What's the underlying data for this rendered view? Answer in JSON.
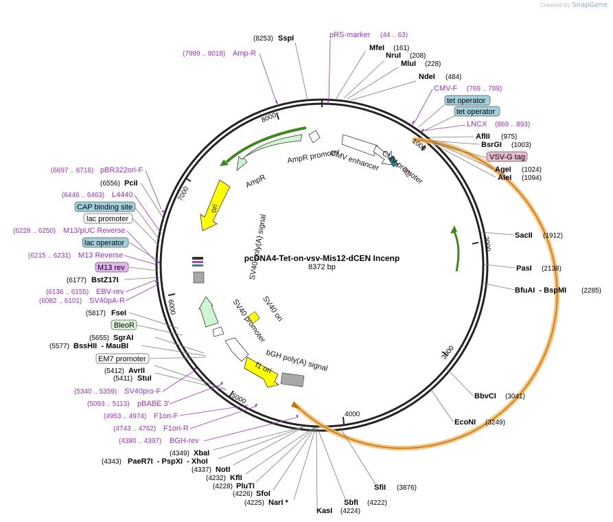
{
  "brand": {
    "created_by": "Created by",
    "name": "SnapGene"
  },
  "plasmid": {
    "name": "pcDNA4-Tet-on-vsv-Mis12-dCEN Incenp",
    "size": "8372 bp"
  },
  "tick_labels": [
    "1000",
    "2000",
    "3000",
    "4000",
    "5000",
    "6000",
    "7000",
    "8000"
  ],
  "enzymes": [
    {
      "name": "SspI",
      "pos": "(8253)"
    },
    {
      "name": "MfeI",
      "pos": "(161)"
    },
    {
      "name": "NruI",
      "pos": "(208)"
    },
    {
      "name": "MluI",
      "pos": "(228)"
    },
    {
      "name": "NdeI",
      "pos": "(484)"
    },
    {
      "name": "AflII",
      "pos": "(975)"
    },
    {
      "name": "BsrGI",
      "pos": "(1003)"
    },
    {
      "name": "AgeI",
      "pos": "(1024)"
    },
    {
      "name": "AleI",
      "pos": "(1094)"
    },
    {
      "name": "SacII",
      "pos": "(1912)"
    },
    {
      "name": "PasI",
      "pos": "(2138)"
    },
    {
      "name": "BfuAI  - BspMI",
      "pos": "(2285)"
    },
    {
      "name": "BbvCI",
      "pos": "(3041)"
    },
    {
      "name": "EcoNI",
      "pos": "(3249)"
    },
    {
      "name": "SfiI",
      "pos": "(3876)"
    },
    {
      "name": "SbfI",
      "pos": "(4222)"
    },
    {
      "name": "KasI",
      "pos": "(4224)"
    },
    {
      "name": "NarI *",
      "pos": "(4225)"
    },
    {
      "name": "SfoI",
      "pos": "(4226)"
    },
    {
      "name": "PluTI",
      "pos": "(4228)"
    },
    {
      "name": "KflI",
      "pos": "(4232)"
    },
    {
      "name": "NotI",
      "pos": "(4337)"
    },
    {
      "name": "PaeR7I  - PspXI  - XhoI",
      "pos": "(4343)"
    },
    {
      "name": "XbaI",
      "pos": "(4349)"
    },
    {
      "name": "StuI",
      "pos": "(5411)"
    },
    {
      "name": "AvrII",
      "pos": "(5412)"
    },
    {
      "name": "BssHII  - MauBI",
      "pos": "(5577)"
    },
    {
      "name": "SgrAI",
      "pos": "(5655)"
    },
    {
      "name": "FseI",
      "pos": "(5817)"
    },
    {
      "name": "BstZ17I",
      "pos": "(6177)"
    },
    {
      "name": "PciI",
      "pos": "(6556)"
    }
  ],
  "primers": [
    {
      "name": "pRS-marker",
      "pos": "(44 .. 63)"
    },
    {
      "name": "Amp-R",
      "pos": "(7999 .. 8018)"
    },
    {
      "name": "CMV-F",
      "pos": "(769 .. 789)"
    },
    {
      "name": "LNCX",
      "pos": "(869 .. 893)"
    },
    {
      "name": "pBR322ori-F",
      "pos": "(6697 .. 6716)"
    },
    {
      "name": "L4440",
      "pos": "(6446 .. 6463)"
    },
    {
      "name": "M13/pUC Reverse",
      "pos": "(6228 .. 6250)"
    },
    {
      "name": "M13 Reverse",
      "pos": "(6215 .. 6231)"
    },
    {
      "name": "EBV-rev",
      "pos": "(6136 .. 6155)"
    },
    {
      "name": "SV40pA-R",
      "pos": "(6082 .. 6101)"
    },
    {
      "name": "SV40pro-F",
      "pos": "(5340 .. 5359)"
    },
    {
      "name": "pBABE 3'",
      "pos": "(5093 .. 5113)"
    },
    {
      "name": "F1ori-F",
      "pos": "(4953 .. 4974)"
    },
    {
      "name": "F1ori-R",
      "pos": "(4743 .. 4762)"
    },
    {
      "name": "BGH-rev",
      "pos": "(4380 .. 4397)"
    }
  ],
  "boxes": {
    "tet_operator_1": "tet operator",
    "tet_operator_2": "tet operator",
    "vsvg_tag": "VSV-G tag",
    "cap_binding_site": "CAP binding site",
    "lac_promoter": "lac promoter",
    "lac_operator": "lac operator",
    "m13_rev": "M13 rev",
    "bleor": "BleoR",
    "em7_promoter": "EM7 promoter"
  },
  "features": {
    "ampr_promoter": "AmpR promoter",
    "ampr": "AmpR",
    "cmv_enhancer": "CMV enhancer",
    "cmv_promoter": "CMV promoter",
    "ori": "ori",
    "sv40_polya": "SV40 poly(A) signal",
    "sv40_promoter": "SV40 promoter",
    "sv40_ori": "SV40 ori",
    "bgh_polya": "bGH poly(A) signal",
    "f1_ori": "f1 ori"
  },
  "colors": {
    "backbone": "#222222",
    "primer": "#9b30c8",
    "orf_fill": "#cff7cf",
    "insert_highlight": "#f4b860",
    "ori_fill": "#ffff00",
    "operator_fill": "#9fd0dc",
    "tag_fill": "#e8bcd0",
    "m13_fill": "#e6b4f0",
    "bleor_fill": "#d8f8d8",
    "polya_fill": "#a8a8a8"
  }
}
